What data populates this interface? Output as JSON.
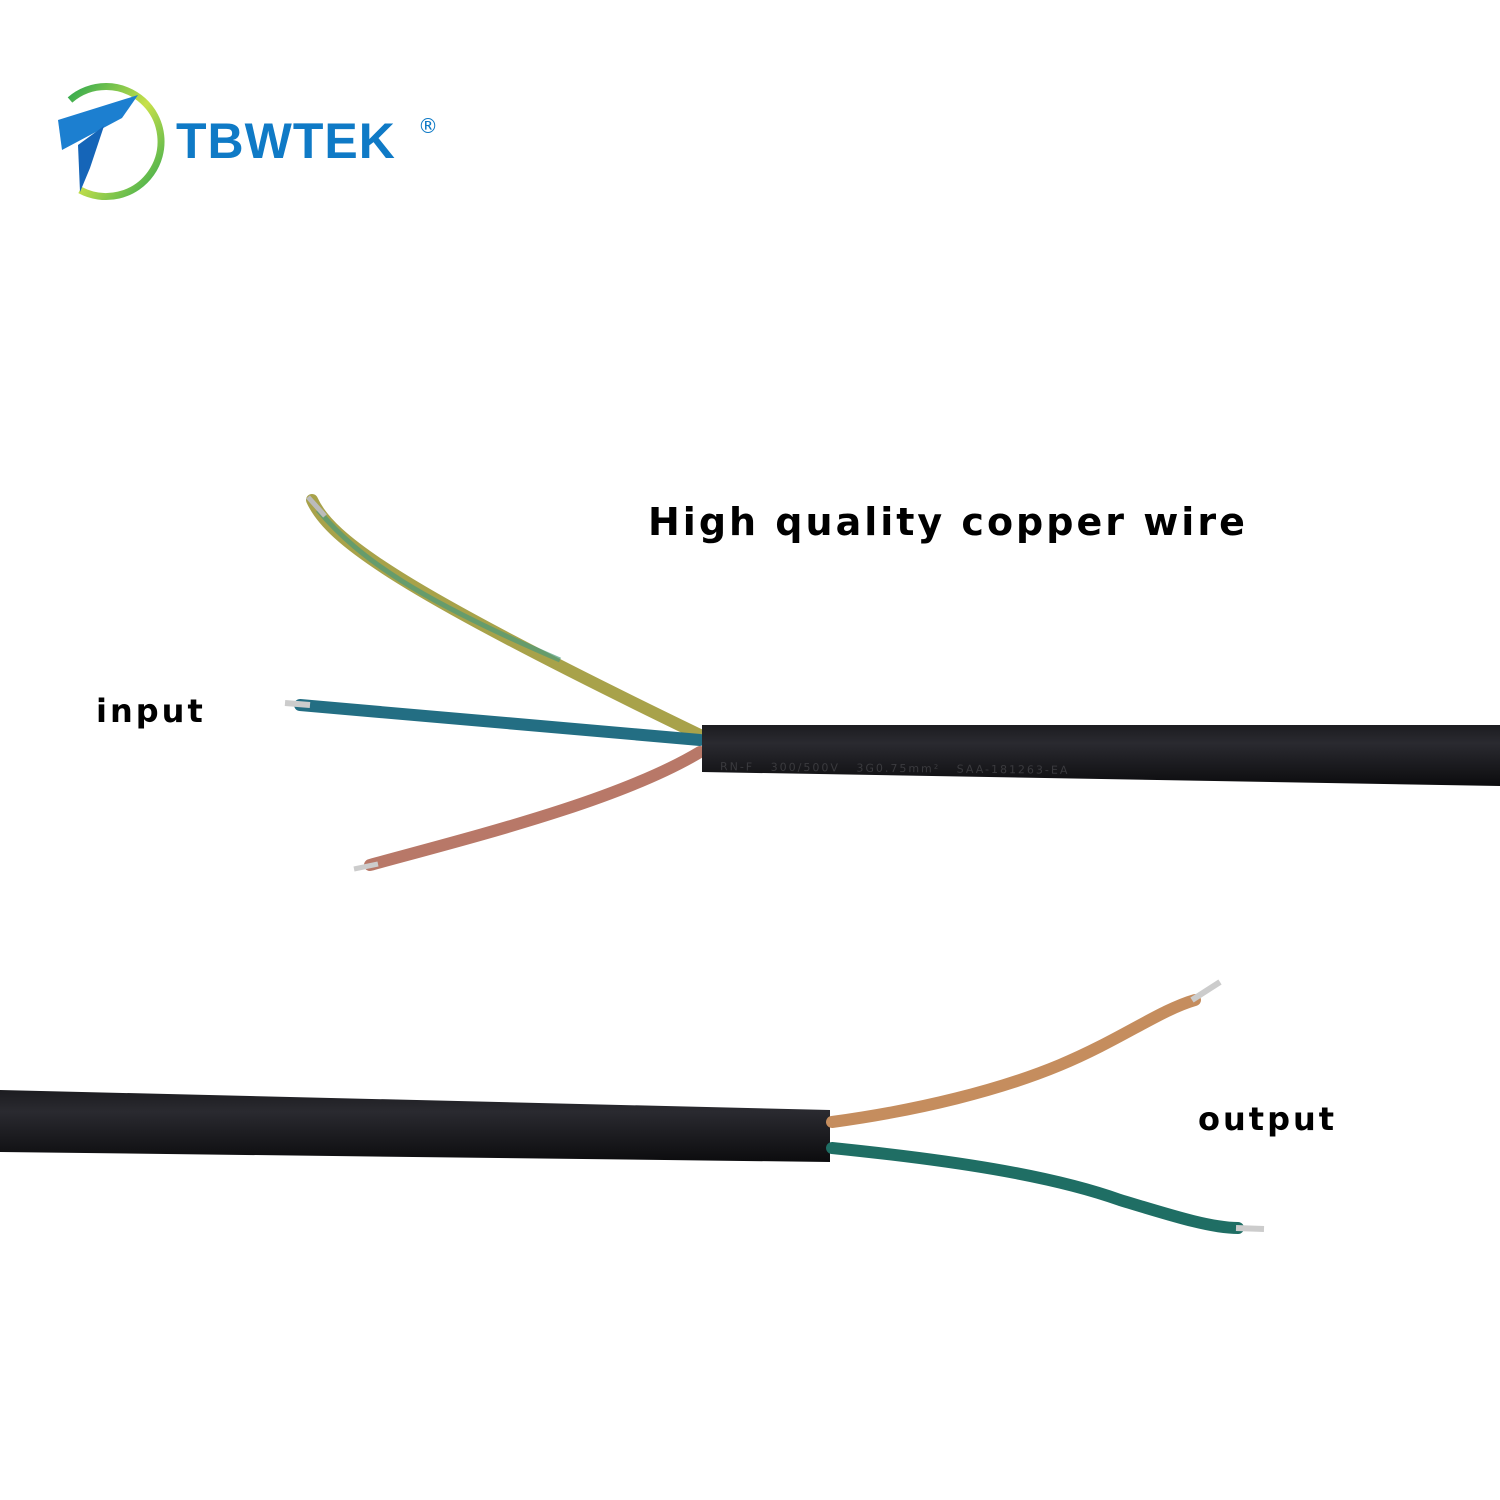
{
  "brand": {
    "name": "TBWTEK",
    "registered_mark": "®",
    "primary_color": "#0f7ac6",
    "accent_color": "#8cc63f"
  },
  "headline": "High quality copper wire",
  "labels": {
    "input": "input",
    "output": "output"
  },
  "cable_print": "RN-F   300/500V   3G0.75mm²   SAA-181263-EA"
}
